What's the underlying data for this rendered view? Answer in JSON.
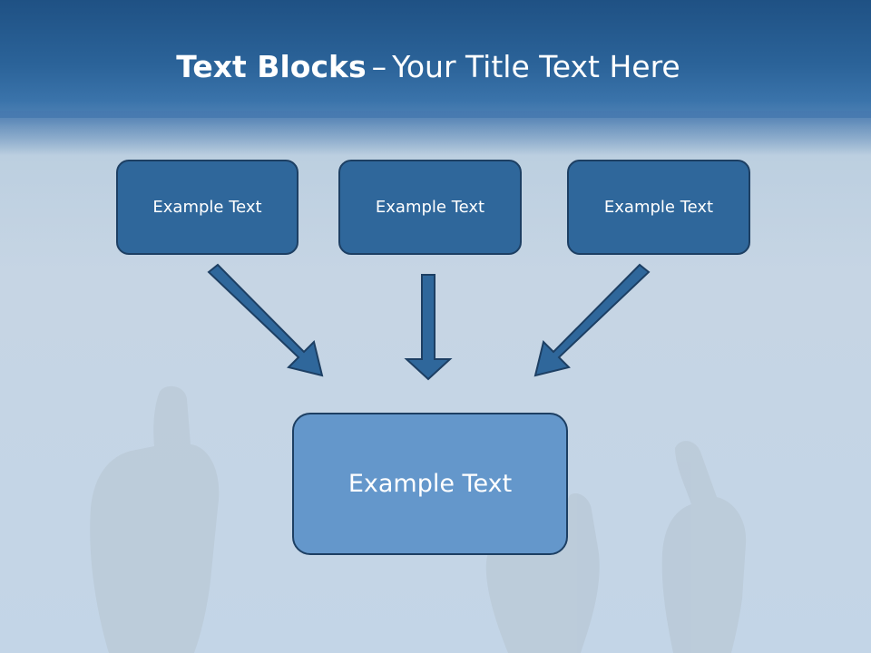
{
  "slide": {
    "title_bold": "Text Blocks",
    "title_dash": "–",
    "title_rest": "Your Title Text Here"
  },
  "blocks": [
    {
      "label": "Example Text"
    },
    {
      "label": "Example Text"
    },
    {
      "label": "Example Text"
    }
  ],
  "target_block": {
    "label": "Example Text"
  },
  "colors": {
    "header": "#2b6399",
    "block_fill": "#2f679b",
    "target_fill": "#6497cb",
    "border": "#1d3f63",
    "arrow_fill": "#2f679b"
  },
  "icons": [
    "thumbs-up-hand-left",
    "thumbs-up-hand-center",
    "thumbs-up-hand-right",
    "arrow-down-right",
    "arrow-down",
    "arrow-down-left"
  ]
}
